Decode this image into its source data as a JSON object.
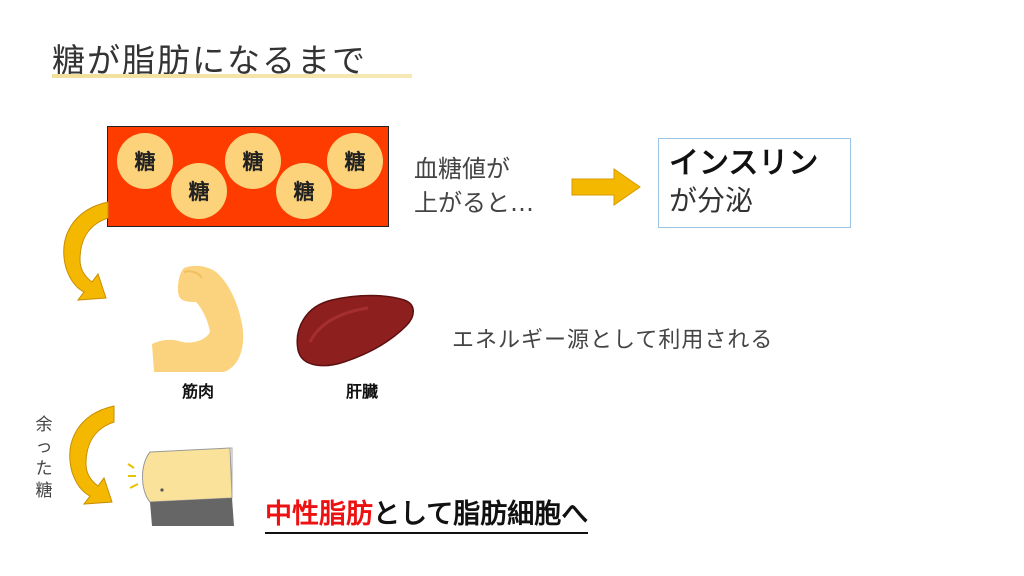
{
  "title": "糖が脂肪になるまで",
  "sugar_box": {
    "sugar_label": "糖"
  },
  "blood_sugar_text": [
    "血糖値が",
    "上がると…"
  ],
  "insulin": {
    "name": "インスリン",
    "action": "が分泌"
  },
  "organs": {
    "muscle_label": "筋肉",
    "liver_label": "肝臓"
  },
  "energy_text": "エネルギー源として利用される",
  "leftover_label": [
    "余",
    "っ",
    "た",
    "糖"
  ],
  "fat_statement": {
    "highlight": "中性脂肪",
    "rest": "として脂肪細胞へ"
  },
  "colors": {
    "sugar_box": "#ff3c00",
    "sugar_orb": "#fcd27a",
    "arrow": "#f5b800",
    "insulin_border": "#9cc3e6",
    "highlight": "#ee1111"
  }
}
